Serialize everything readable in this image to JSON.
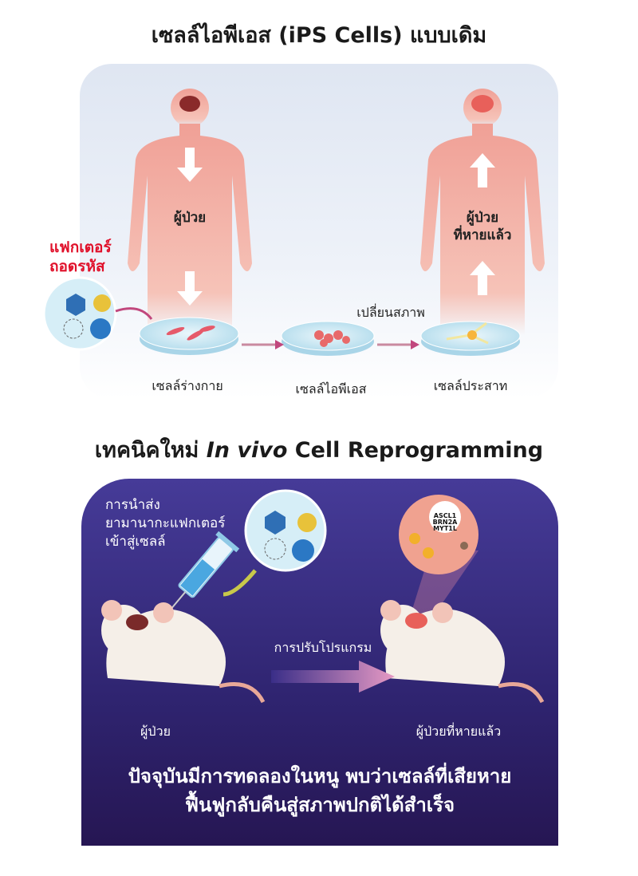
{
  "top": {
    "title": "เซลล์ไอพีเอส (iPS Cells) แบบเดิม",
    "patient": "ผู้ป่วย",
    "recovered_line1": "ผู้ป่วย",
    "recovered_line2": "ที่หายแล้ว",
    "factor_line1": "แฟกเตอร์",
    "factor_line2": "ถอดรหัส",
    "transform": "เปลี่ยนสภาพ",
    "steps": [
      "เซลล์ร่างกาย",
      "เซลล์ไอพีเอส",
      "เซลล์ประสาท"
    ]
  },
  "bottom": {
    "title_prefix": "เทคนิคใหม่",
    "title_italic": "In vivo",
    "title_suffix": "Cell Reprogramming",
    "delivery_line1": "การนำส่ง",
    "delivery_line2": "ยามานากะแฟกเตอร์",
    "delivery_line3": "เข้าสู่เซลล์",
    "genes": [
      "ASCL1",
      "BRN2A",
      "MYT1L"
    ],
    "reprogram": "การปรับโปรแกรม",
    "patient": "ผู้ป่วย",
    "recovered": "ผู้ป่วยที่หายแล้ว",
    "message_line1": "ปัจจุบันมีการทดลองในหนู พบว่าเซลล์ที่เสียหาย",
    "message_line2": "ฟื้นฟูกลับคืนสู่สภาพปกติได้สำเร็จ"
  },
  "colors": {
    "accent_red": "#e0102a",
    "panel_purple": "#3a2e88",
    "body_pink": "#f2a79b"
  }
}
